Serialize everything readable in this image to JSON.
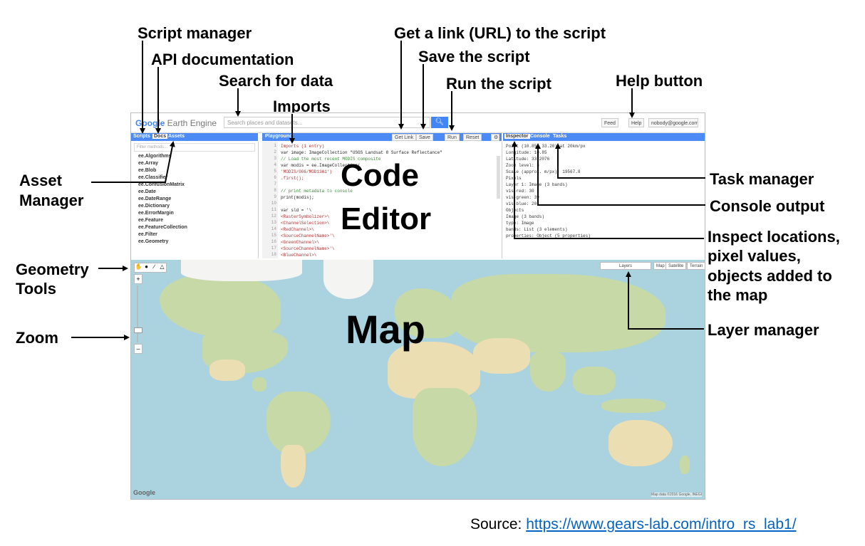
{
  "annotations": {
    "script_manager": "Script manager",
    "api_documentation": "API documentation",
    "search_for_data": "Search for data",
    "imports": "Imports",
    "get_link": "Get a link (URL) to the script",
    "save_script": "Save the script",
    "run_script": "Run the script",
    "help_button": "Help button",
    "asset_manager_1": "Asset",
    "asset_manager_2": "Manager",
    "task_manager": "Task manager",
    "console_output": "Console output",
    "inspect_1": "Inspect locations,",
    "inspect_2": "pixel values,",
    "inspect_3": "objects added to",
    "inspect_4": "the map",
    "geometry_1": "Geometry",
    "geometry_2": "Tools",
    "zoom": "Zoom",
    "layer_manager": "Layer manager"
  },
  "regions": {
    "code_1": "Code",
    "code_2": "Editor",
    "map": "Map"
  },
  "source": {
    "label": "Source: ",
    "link": "https://www.gears-lab.com/intro_rs_lab1/"
  },
  "screenshot": {
    "logo_google": "Google",
    "logo_ee": " Earth Engine",
    "search_placeholder": "Search places and datasets...",
    "search_icon": "search-icon",
    "left_tabs": [
      "Scripts",
      "Docs",
      "Assets"
    ],
    "filter_placeholder": "Filter methods...",
    "doc_items": [
      "ee.Algorithms",
      "ee.Array",
      "ee.Blob",
      "ee.Classifier",
      "ee.ConfusionMatrix",
      "ee.Date",
      "ee.DateRange",
      "ee.Dictionary",
      "ee.ErrorMargin",
      "ee.Feature",
      "ee.FeatureCollection",
      "ee.Filter",
      "ee.Geometry"
    ],
    "editor_tab": "Playground",
    "editor_buttons": [
      "Get Link",
      "Save",
      "Run",
      "Reset"
    ],
    "right_tabs": [
      "Inspector",
      "Console",
      "Tasks"
    ],
    "top_right": [
      "Feed",
      "Help",
      "nobody@google.com"
    ],
    "code_lines": [
      "Imports (1 entry)",
      "  var image: ImageCollection \"USGS Landsat 8 Surface Reflectance\"",
      "// Load the most recent MODIS composite",
      "var modis = ee.ImageCollection(",
      "    'MODIS/006/MOD13A1')",
      "    .first();",
      "",
      "// print metadata to console",
      "print(modis);",
      "",
      "var sld = '\\",
      "  <RasterSymbolizer>\\",
      "    <ChannelSelection>\\",
      "      <RedChannel>\\",
      "        <SourceChannelName>'\\",
      "      <GreenChannel>\\",
      "        <SourceChannelName>'\\",
      "      <BlueChannel>\\",
      "        <SourceChannelName>'\\"
    ],
    "console_lines": [
      "Point (10.85, 33.20) at 20km/px",
      "  Longitude: 10.85",
      "  Latitude: 33.2076",
      "  Zoom level: 3",
      "  Scale (approx. m/px): 19567.8",
      "Pixels",
      "  Layer 1: Image (3 bands)",
      "    vis-red: 30",
      "    vis-green: 39",
      "    vis-blue: 20",
      "Objects",
      "  Image (3 bands)",
      "    type: Image",
      "    bands: List (3 elements)",
      "    properties: Object (5 properties)"
    ],
    "map_buttons": [
      "Layers",
      "Map",
      "Satellite",
      "Terrain"
    ],
    "map_attribution": "Map data ©2016 Google, INEGI",
    "google_watermark": "Google"
  }
}
